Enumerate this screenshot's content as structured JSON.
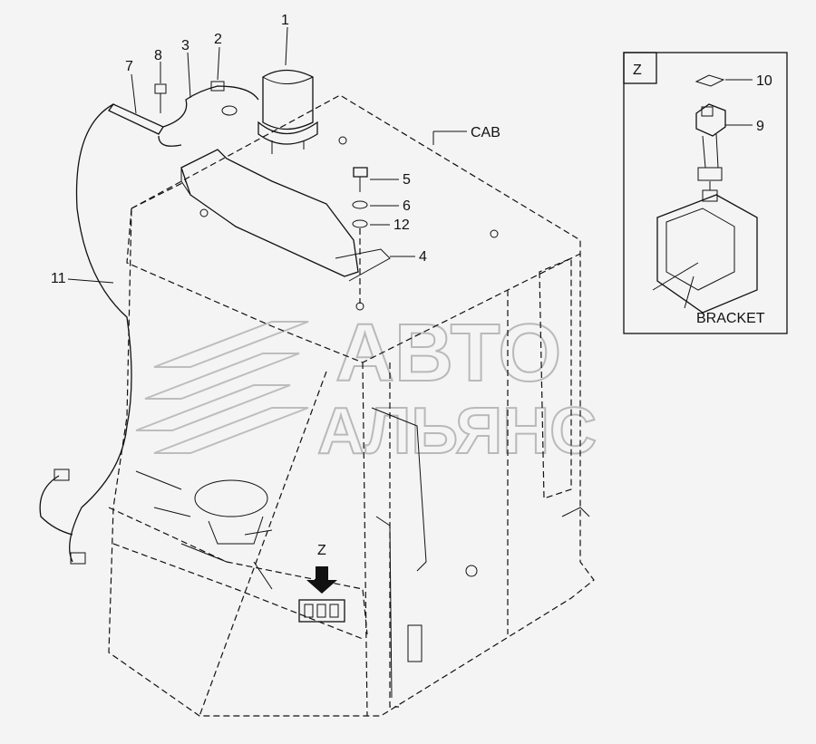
{
  "callouts": {
    "n1": "1",
    "n2": "2",
    "n3": "3",
    "n4": "4",
    "n5": "5",
    "n6": "6",
    "n7": "7",
    "n8": "8",
    "n9": "9",
    "n10": "10",
    "n11": "11",
    "n12": "12"
  },
  "labels": {
    "cab": "CAB",
    "bracket": "BRACKET",
    "view_z": "Z",
    "view_marker": "Z"
  },
  "watermark": {
    "line1": "АВТО",
    "line2": "АЛЬЯНС"
  }
}
